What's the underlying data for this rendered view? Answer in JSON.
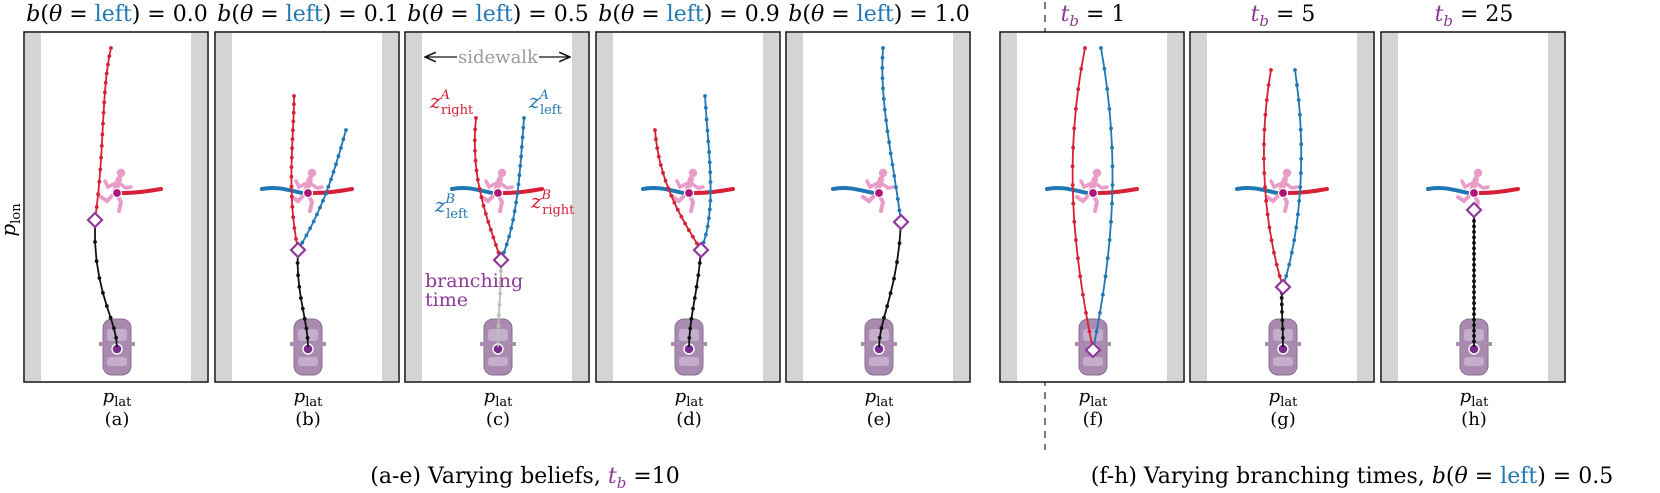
{
  "y_axis_label": "p_lon",
  "x_axis_label": "p_lat",
  "sidewalk_label": "sidewalk",
  "branching_label_line1": "branching",
  "branching_label_line2": "time",
  "traj_labels": {
    "z_right_A": {
      "base": "z",
      "sup": "A",
      "sub": "right"
    },
    "z_left_A": {
      "base": "z",
      "sup": "A",
      "sub": "left"
    },
    "z_left_B": {
      "base": "z",
      "sup": "B",
      "sub": "left"
    },
    "z_right_B": {
      "base": "z",
      "sup": "B",
      "sub": "right"
    }
  },
  "panels": [
    {
      "title_pre": "b(θ = ",
      "title_key": "left",
      "title_post": ") = 0.0",
      "caption": "(a)",
      "belief": 0.0,
      "tb": 10
    },
    {
      "title_pre": "b(θ = ",
      "title_key": "left",
      "title_post": ") = 0.1",
      "caption": "(b)",
      "belief": 0.1,
      "tb": 10
    },
    {
      "title_pre": "b(θ = ",
      "title_key": "left",
      "title_post": ") = 0.5",
      "caption": "(c)",
      "belief": 0.5,
      "tb": 10
    },
    {
      "title_pre": "b(θ = ",
      "title_key": "left",
      "title_post": ") = 0.9",
      "caption": "(d)",
      "belief": 0.9,
      "tb": 10
    },
    {
      "title_pre": "b(θ = ",
      "title_key": "left",
      "title_post": ") = 1.0",
      "caption": "(e)",
      "belief": 1.0,
      "tb": 10
    },
    {
      "title_tb": "t_b = 1",
      "caption": "(f)",
      "belief": 0.5,
      "tb": 1
    },
    {
      "title_tb": "t_b = 5",
      "caption": "(g)",
      "belief": 0.5,
      "tb": 5
    },
    {
      "title_tb": "t_b = 25",
      "caption": "(h)",
      "belief": 0.5,
      "tb": 25
    }
  ],
  "group_captions": {
    "left": {
      "text": "(a-e) Varying beliefs, ",
      "tb_text": "t_b",
      "tb_value": " =10"
    },
    "right": {
      "text": "(f-h) Varying branching times, ",
      "belief_text": "b(θ = ",
      "belief_key": "left",
      "belief_post": ") = 0.5"
    }
  },
  "colors": {
    "left": "#1f77b4",
    "right": "#d62035",
    "purple": "#8e3a99",
    "pedestrian": "#ea9cc8",
    "car": "#a98bb0",
    "sidewalk": "#d4d4d4",
    "trunk": "#111111",
    "ghost": "#bdbdbd"
  }
}
